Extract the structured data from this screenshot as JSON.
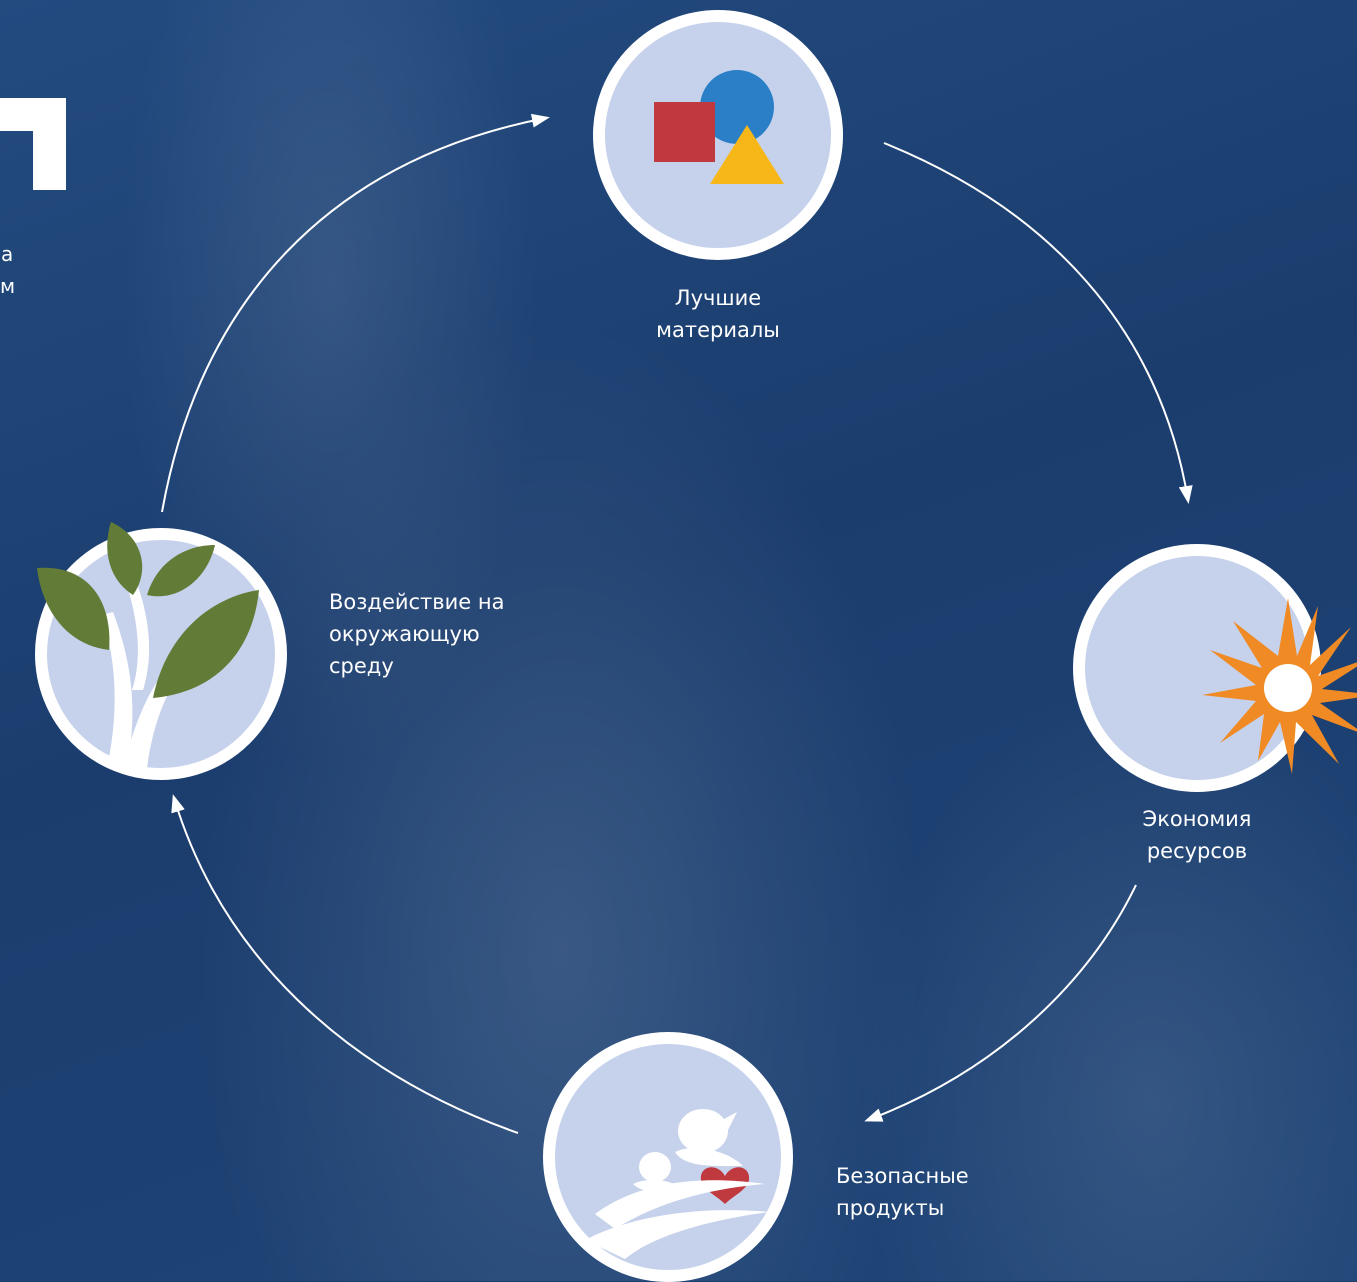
{
  "side_text": {
    "line1": "а",
    "line2": "м"
  },
  "nodes": {
    "materials": {
      "label_line1": "Лучшие",
      "label_line2": "материалы",
      "icon": "shapes-icon"
    },
    "resources": {
      "label_line1": "Экономия",
      "label_line2": "ресурсов",
      "icon": "sun-icon"
    },
    "products": {
      "label_line1": "Безопасные",
      "label_line2": "продукты",
      "icon": "birds-heart-icon"
    },
    "environment": {
      "label_line1": "Воздействие на",
      "label_line2": "окружающую",
      "label_line3": "среду",
      "icon": "tree-icon"
    }
  },
  "colors": {
    "background": "#1d3f70",
    "node_fill": "#c6d2ec",
    "red": "#c0393f",
    "blue": "#2a7fc7",
    "yellow": "#f7b719",
    "orange": "#f08a24",
    "green": "#627c37"
  }
}
